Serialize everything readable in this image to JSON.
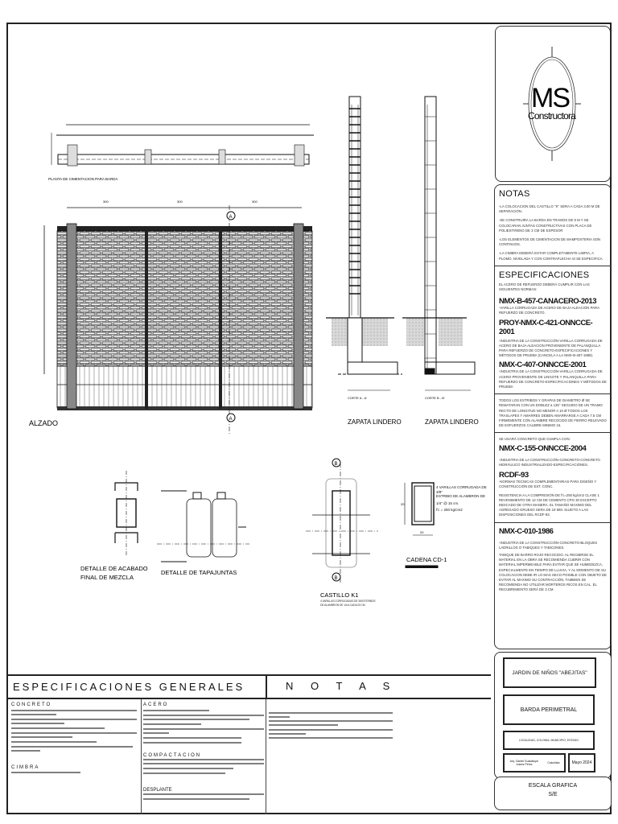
{
  "logo": {
    "initials": "MS",
    "name": "Constructora"
  },
  "notas": {
    "title": "NOTAS",
    "items": [
      "-LA COLOCACION DEL CASTILLO \"K\" SERA A CADA 3.00 M DE SEPARACIÓN.",
      "-SE CONSTRUIRA LA BARDA EN TRAMOS DE 9 M Y SE COLOCARAN JUNTAS CONSTRUCTIVAS CON PLACA DE POLIESTIRENO DE 3 CM DE ESPESOR",
      "-LOS ELEMENTOS DE CIMENTACION DE MAMPOSTERIA SON CONTINUOS.",
      "-LA CIMBRA DEBERÁ ESTAR COMPLETAMENTE LIMPIA, A PLOMO, NIVELADA Y CON CONTRAFLECHA SI SE ESPECIFICA."
    ]
  },
  "especificaciones": {
    "title": "ESPECIFICACIONES",
    "intro": "EL ACERO DE REFUERZO DEBERÁ CUMPLIR CON LAS SIGUIENTES NORMAS:",
    "norms": [
      {
        "code": "NMX-B-457-CANACERO-2013",
        "text": "-VARILLA CORRUGADA DE ACERO DE BAJA ALEACIÓN PARA REFUERZO DE CONCRETO."
      },
      {
        "code": "PROY-NMX-C-421-ONNCCE-2001",
        "text": "-INDUSTRIA DE LA CONSTRUCCIÓN-VARILLA CORRUGADA DE ACERO DE BAJA ALEACION PROVENIENTE DE PALANQUILLA PARA REFUERZO DE CONCRETO-ESPECIFICACIONES Y MÉTODOS DE PRUEBA (CANCELA A LA NMX-B-457-1988)."
      },
      {
        "code": "NMX-C-407-ONNCCE-2001",
        "text": "-INDUSTRIA DE LA CONSTRUCCIÓN-VARILLA CORRUGADA DE ACERO PROVENIENTE DE LINGOTE Y PALANQUILLA PARA REFUERZO DE CONCRETO-ESPECIFICACIONES Y MÉTODOS DE PRUEBA"
      }
    ],
    "estribos": "TODOS LOS ESTRIBOS Y GRAPAS DE DIAMETRO Ø SE REMATARAN CON UN DOBLEZ a 135° SEGUIDO DE UN TRAMO RECTO DE LONGITUD NO MENOR A 10 Ø TODOS LOS TRASLAPES Y AMARRES DEBEN AMARRARSE A CADA 7.5 CM FIRMEMENTE CON ALAMBRE RECOCIDO DE FIERRO RELEVADO DE ESFUERZOS CALIBRE MINIMO 16.",
    "concreto_intro": "SE USARÁ CONCRETO QUE CUMPLA CON:",
    "concreto_code": "NMX-C-155-ONNCCE-2004",
    "concreto_text": "-INDUSTRIA DE LA CONSTRUCCIÓN-CONCRETO-CONCRETO HIDRÁULICO INDUSTRIALIZADO-ESPECIFICACIONES.",
    "rcdf_code": "RCDF-93",
    "rcdf_text": "-NORMAS TECNICAS COMPLEMENTARIAS PARA DISEÑO Y CONSTRUCCIÓN DE EST. CONC.",
    "resistencia": "RESISTENCIA A LA COMPRESIÓN DE f'c=250 kg/cm2 CLASE 1 REVENIMIENTO DE 12 CM DE CEMENTO CPO 30 EXCEPTO INDICADO DE OTRA MANERA. EL TAMAÑO MAXIMO DEL AGREGADO GRUESO SERA DE 19 MM. SUJETO A LAS DISPOSICIONES DEL RCDF-93.",
    "tabique_code": "NMX-C-010-1986",
    "tabique_text": "-INDUSTRIA DE LA CONSTRUCCIÓN-CONCRETO-BLOQUES LADRILLOS O TABIQUES Y TABICONES.",
    "tabique_notes": "TABIQUE DE BARRO ROJO RECOCIDO. AL RECIBIRSE EL MATERIAL EN LA OBRA SE RECOMIENDA CUBRIR CON MATERIAL IMPERMEABLE PARA EVITAR QUE SE HUMEDEZCA, ESPECIALMENTE EN TIEMPO DE LLUVIA, Y AL MOMENTO DE SU COLOCACION DEBE IR LO MAS SECO POSIBLE CON OBJETO DE EVITAR AL MAXIMO SU CONTRACCIÓN, TAMBIEN SE RECOMIENDA NO UTILIZAR MORTEROS RICOS EN CAL. EL RECUBRIMIENTO SERÁ DE 3 CM."
  },
  "title_block": {
    "project": "JARDIN DE NIÑOS \"ABEJITAS\"",
    "drawing": "BARDA PERIMETRAL",
    "location": "LOCALIDAD, COLONIA, MUNICIPIO, ESTADO",
    "author": "Arq. Daniel Guadalupe Juárez Pérez",
    "reviewed": "Calculista",
    "date": "Mayo 2024"
  },
  "escala": {
    "title": "ESCALA GRAFICA",
    "value": "S/E"
  },
  "bottom": {
    "specs_title": "ESPECIFICACIONES GENERALES",
    "notas_title": "N O T A S",
    "concreto": "CONCRETO",
    "cimbra": "CIMBRA",
    "acero": "ACERO",
    "compactacion": "COMPACTACION",
    "desplante": "DESPLANTE"
  },
  "drawings": {
    "plan_label": "PLANTA DE CIMENTACION PARA BARDA",
    "alzado": "ALZADO",
    "zapata1": "ZAPATA LINDERO",
    "zapata2": "ZAPATA LINDERO",
    "corte1": "CORTE A - A'",
    "corte2": "CORTE B - B'",
    "detalle_acabado_1": "DETALLE DE ACABADO",
    "detalle_acabado_2": "FINAL DE MEZCLA",
    "detalle_tapajuntas": "DETALLE DE TAPAJUNTAS",
    "castillo": "CASTILLO K1",
    "castillo_note": "4 VARILLAS CORRUGADAS DE 3/8 ESTRIBOS DE ALAMBRON DE 1/4 A CADA 20 CM",
    "cadena": "CADENA CD-1",
    "cadena_note_1": "4 VARILLAS CORRUGADA DE 3/8\"",
    "cadena_note_2": "ESTRIBO DE ALAMBRON DE",
    "cadena_note_3": "1/4\" @ 15 cm.",
    "cadena_note_4": "f'c = 250 kg/cm2",
    "section_a": "A",
    "section_b": "B",
    "dim_300": "300",
    "dim_20": "20"
  }
}
